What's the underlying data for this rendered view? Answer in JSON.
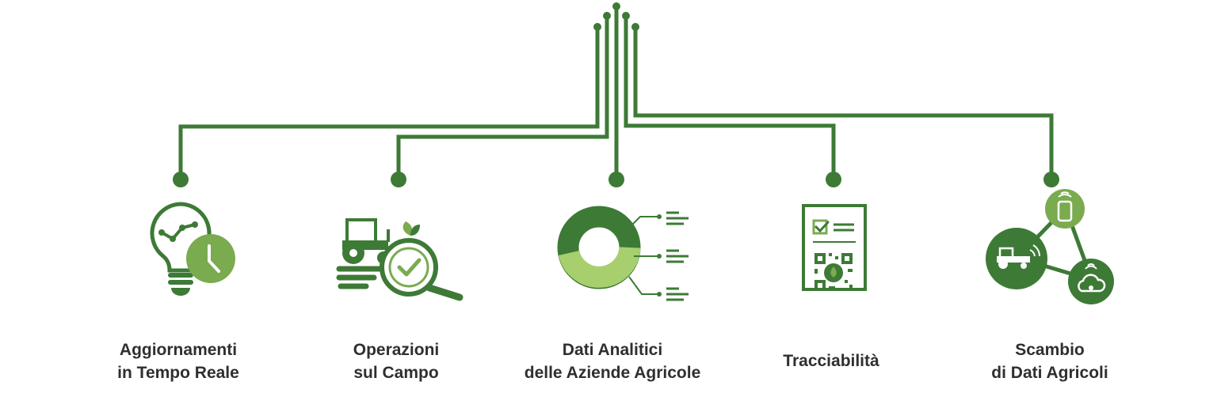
{
  "colors": {
    "dark_green": "#3d7a36",
    "mid_green": "#7aab4f",
    "light_green": "#a7cf6e",
    "text": "#2f2f2f"
  },
  "items": [
    {
      "icon": "lightbulb-clock-icon",
      "lines": [
        "Aggiornamenti",
        "in Tempo Reale"
      ]
    },
    {
      "icon": "tractor-magnifier-icon",
      "lines": [
        "Operazioni",
        "sul Campo"
      ]
    },
    {
      "icon": "donut-chart-icon",
      "lines": [
        "Dati Analitici",
        "delle Aziende Agricole"
      ]
    },
    {
      "icon": "document-qr-icon",
      "lines": [
        "Tracciabilità"
      ]
    },
    {
      "icon": "connected-network-icon",
      "lines": [
        "Scambio",
        "di Dati Agricoli"
      ]
    }
  ]
}
